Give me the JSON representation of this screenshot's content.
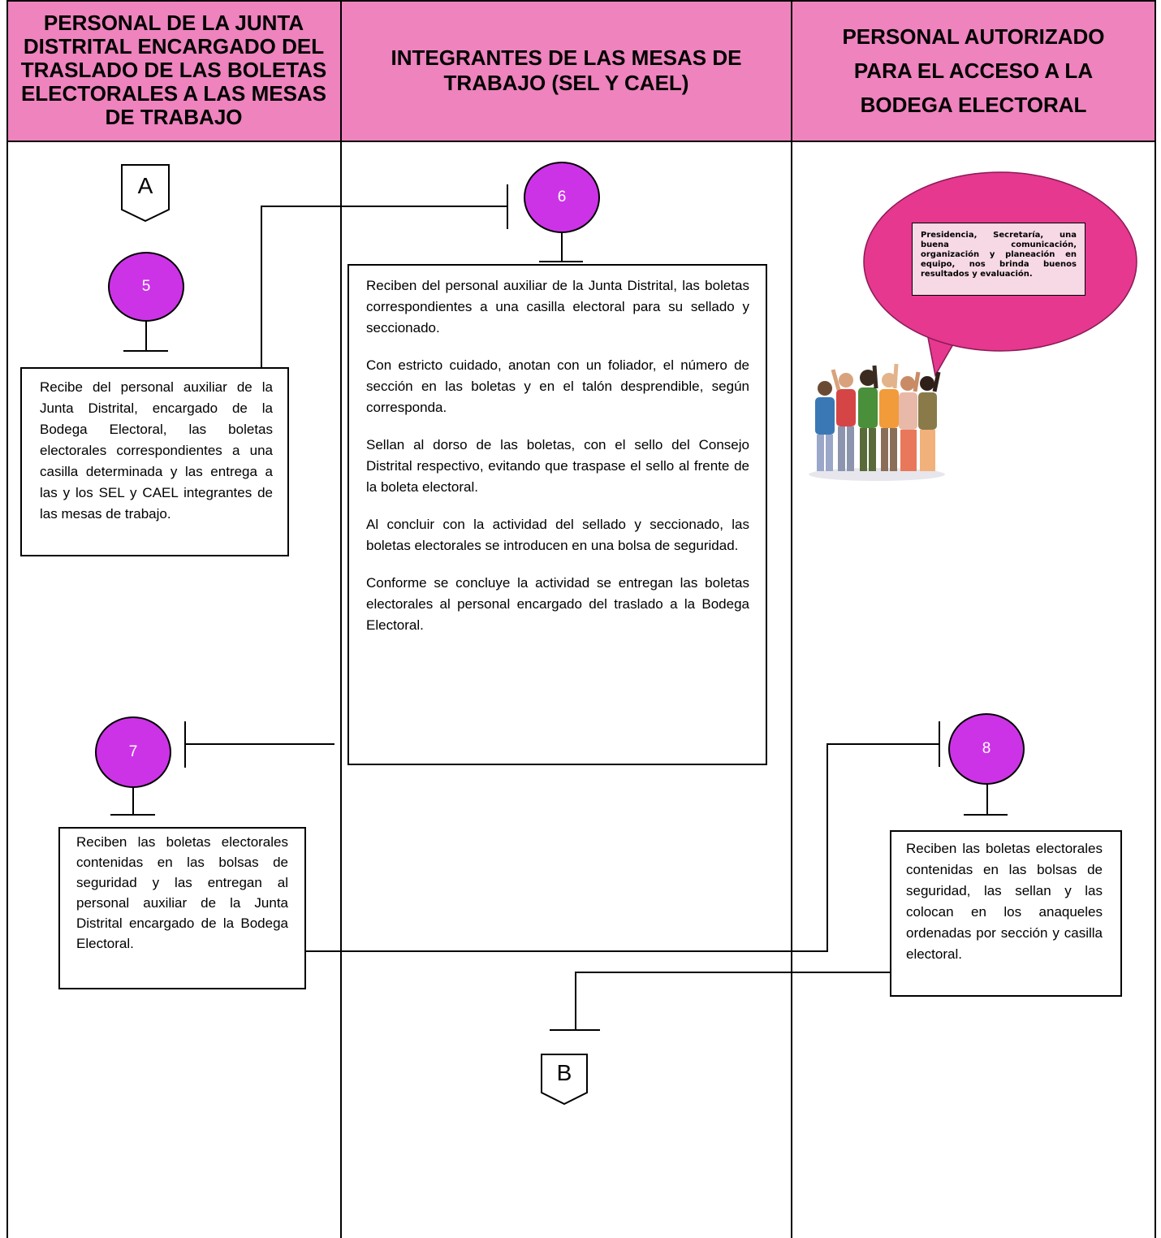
{
  "headers": {
    "col1": "PERSONAL DE LA JUNTA DISTRITAL ENCARGADO DEL TRASLADO DE LAS BOLETAS ELECTORALES A LAS MESAS DE TRABAJO",
    "col2": "INTEGRANTES DE LAS MESAS DE TRABAJO (SEL Y CAEL)",
    "col3": "PERSONAL AUTORIZADO PARA EL ACCESO A LA BODEGA ELECTORAL"
  },
  "connectors": {
    "start": "A",
    "end": "B"
  },
  "steps": {
    "s5": {
      "number": "5",
      "text": "Recibe del personal auxiliar de la Junta Distrital, encargado de la Bodega Electoral, las boletas electorales correspondientes a una casilla determinada y las entrega a las y los SEL y CAEL integrantes de las mesas de trabajo."
    },
    "s6": {
      "number": "6",
      "paragraphs": [
        "Reciben del personal auxiliar de la Junta Distrital, las boletas correspondientes a una casilla electoral para su sellado y seccionado.",
        "Con estricto cuidado, anotan con un foliador, el número de sección en las boletas y en el talón desprendible, según corresponda.",
        "Sellan al dorso de las boletas, con el sello del Consejo Distrital respectivo, evitando que traspase el sello al frente de la boleta electoral.",
        "Al concluir con la actividad del sellado y seccionado, las boletas electorales se introducen en una bolsa de seguridad.",
        "Conforme se concluye la actividad se entregan las boletas electorales al personal encargado del traslado a la Bodega Electoral."
      ]
    },
    "s7": {
      "number": "7",
      "text": "Reciben las boletas electorales contenidas en las bolsas de seguridad y las entregan al personal auxiliar de la Junta Distrital encargado de la Bodega Electoral."
    },
    "s8": {
      "number": "8",
      "text": "Reciben las boletas electorales contenidas en las bolsas de seguridad, las sellan y las colocan en los anaqueles ordenadas por sección y casilla electoral."
    }
  },
  "speech_bubble": {
    "text": "Presidencia, Secretaría, una buena comunicación, organización y planeación en equipo, nos brinda buenos resultados y evaluación."
  },
  "colors": {
    "header_bg": "#ee83be",
    "circle_fill": "#cc33e6",
    "bubble_fill": "#e5388e",
    "bubble_text_bg": "#f7d9e5"
  }
}
